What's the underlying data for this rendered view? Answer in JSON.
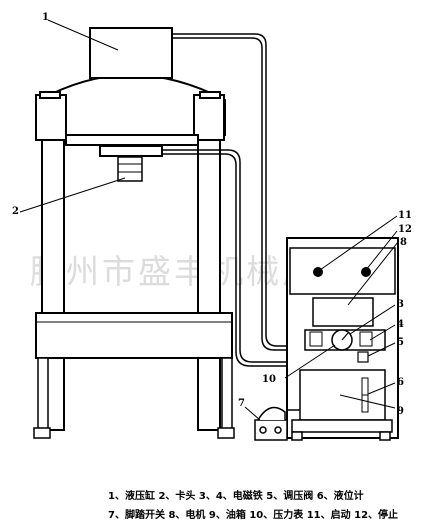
{
  "watermark": "滕州市盛丰机械厂",
  "callouts": {
    "c1": "1",
    "c2": "2",
    "c3": "3",
    "c4": "4",
    "c5": "5",
    "c6": "6",
    "c7": "7",
    "c8": "8",
    "c9": "9",
    "c10": "10",
    "c11": "11",
    "c12": "12"
  },
  "legend": {
    "line1": "1、液压缸 2、卡头 3、4、电磁铁 5、调压阀 6、液位计",
    "line2": "7、脚踏开关 8、电机 9、油箱 10、压力表 11、启动 12、停止"
  }
}
